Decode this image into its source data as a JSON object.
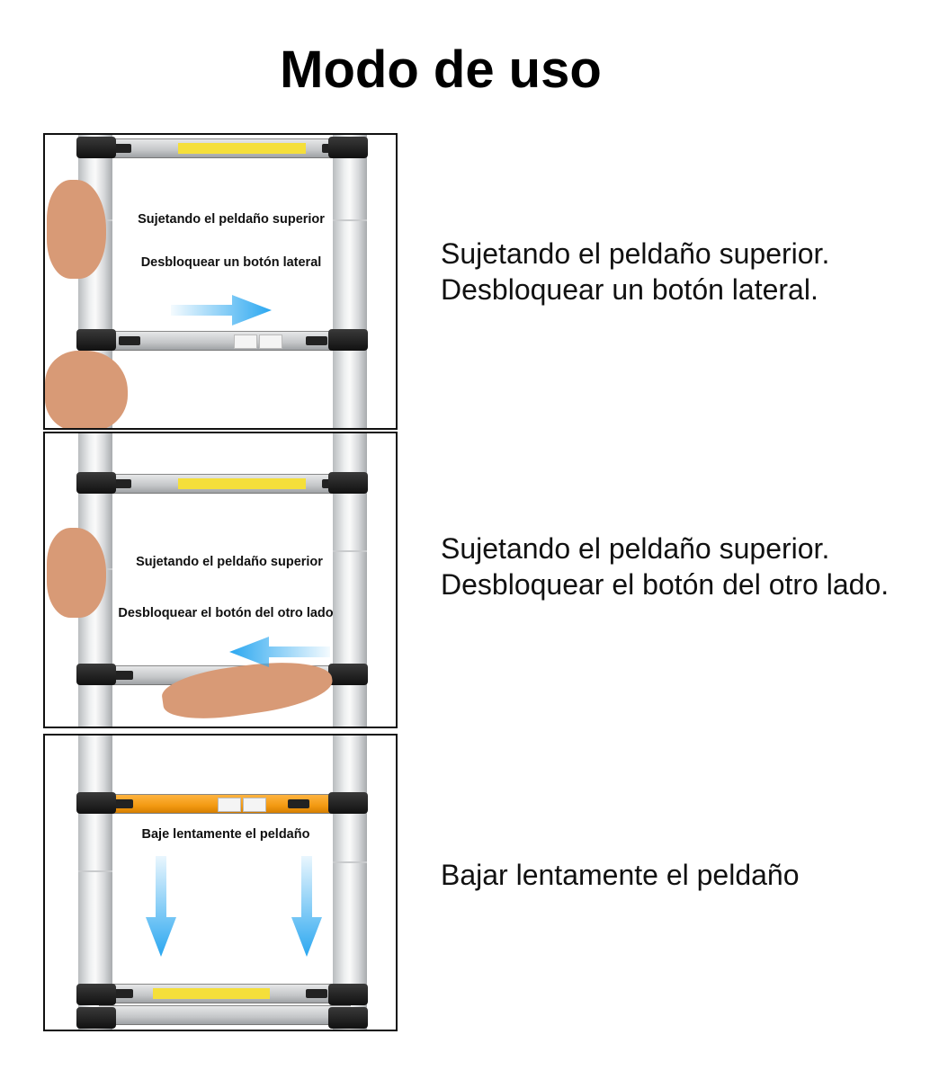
{
  "title": "Modo de uso",
  "steps": [
    {
      "overlay": [
        "Sujetando el peldaño superior",
        "Desbloquear un botón lateral"
      ],
      "caption": [
        "Sujetando el peldaño superior.",
        "Desbloquear un botón lateral."
      ],
      "arrow": "right"
    },
    {
      "overlay": [
        "Sujetando el peldaño superior",
        "Desbloquear el botón del otro lado"
      ],
      "caption": [
        "Sujetando el peldaño superior.",
        "Desbloquear el botón del otro lado."
      ],
      "arrow": "left"
    },
    {
      "overlay": [
        "Baje lentamente el peldaño"
      ],
      "caption": [
        "Bajar lentamente el peldaño"
      ],
      "arrow": "down"
    }
  ],
  "colors": {
    "arrow": "#2aa7f0",
    "label": "#f5df3a",
    "orange_rung": "#f39a12"
  }
}
